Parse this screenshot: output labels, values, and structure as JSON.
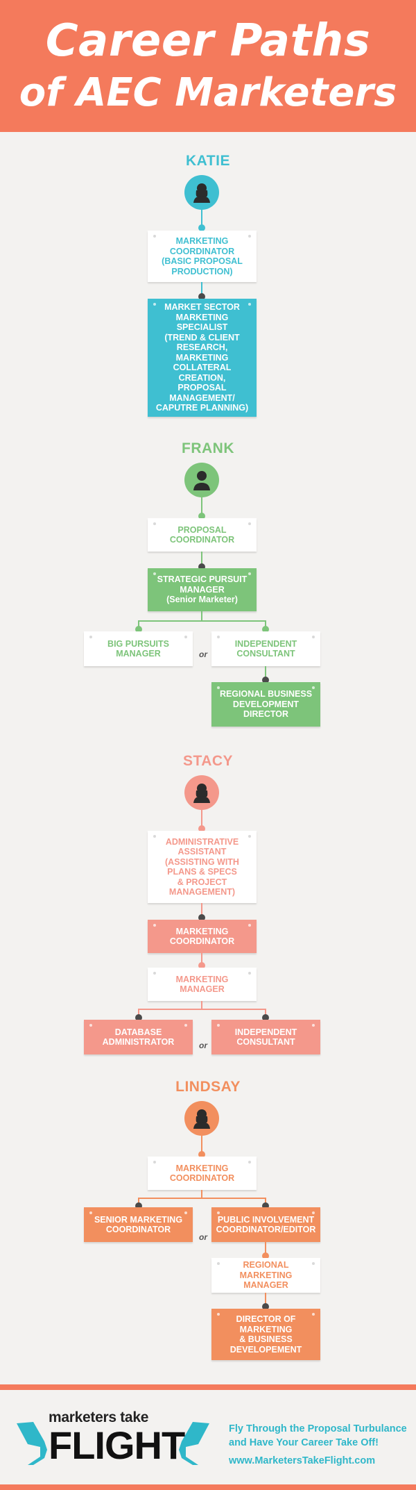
{
  "header": {
    "line1": "Career Paths",
    "line2": "of AEC Marketers"
  },
  "colors": {
    "orange": "#f47a5c",
    "teal": "#3fbfd1",
    "green": "#7dc47a",
    "salmon": "#f4988b",
    "lindsay": "#f28f5e",
    "dot": "#4a4a4a",
    "light_bg": "#ffffff"
  },
  "katie": {
    "name": "KATIE",
    "boxes": [
      "MARKETING\nCOORDINATOR\n(BASIC PROPOSAL\nPRODUCTION)",
      "MARKET SECTOR\nMARKETING\nSPECIALIST\n(TREND & CLIENT\nRESEARCH,\nMARKETING\nCOLLATERAL\nCREATION, PROPOSAL\nMANAGEMENT/\nCAPUTRE PLANNING)"
    ]
  },
  "frank": {
    "name": "FRANK",
    "boxes": [
      "PROPOSAL\nCOORDINATOR",
      "STRATEGIC PURSUIT\nMANAGER\n(Senior Marketer)",
      "BIG PURSUITS\nMANAGER",
      "INDEPENDENT\nCONSULTANT",
      "REGIONAL BUSINESS\nDEVELOPMENT\nDIRECTOR"
    ],
    "or": "or"
  },
  "stacy": {
    "name": "STACY",
    "boxes": [
      "ADMINISTRATIVE\nASSISTANT\n(ASSISTING WITH\nPLANS & SPECS\n& PROJECT\nMANAGEMENT)",
      "MARKETING\nCOORDINATOR",
      "MARKETING\nMANAGER",
      "DATABASE\nADMINISTRATOR",
      "INDEPENDENT\nCONSULTANT"
    ],
    "or": "or"
  },
  "lindsay": {
    "name": "LINDSAY",
    "boxes": [
      "MARKETING\nCOORDINATOR",
      "SENIOR MARKETING\nCOORDINATOR",
      "PUBLIC INVOLVEMENT\nCOORDINATOR/EDITOR",
      "REGIONAL MARKETING\nMANAGER",
      "DIRECTOR OF\nMARKETING\n& BUSINESS\nDEVELOPEMENT"
    ],
    "or": "or"
  },
  "footer": {
    "logo_small": "marketers take",
    "logo_big": "FLIGHT",
    "tagline_1": "Fly Through the Proposal Turbulance",
    "tagline_2": "and Have Your Career Take Off!",
    "url": "www.MarketersTakeFlight.com"
  }
}
